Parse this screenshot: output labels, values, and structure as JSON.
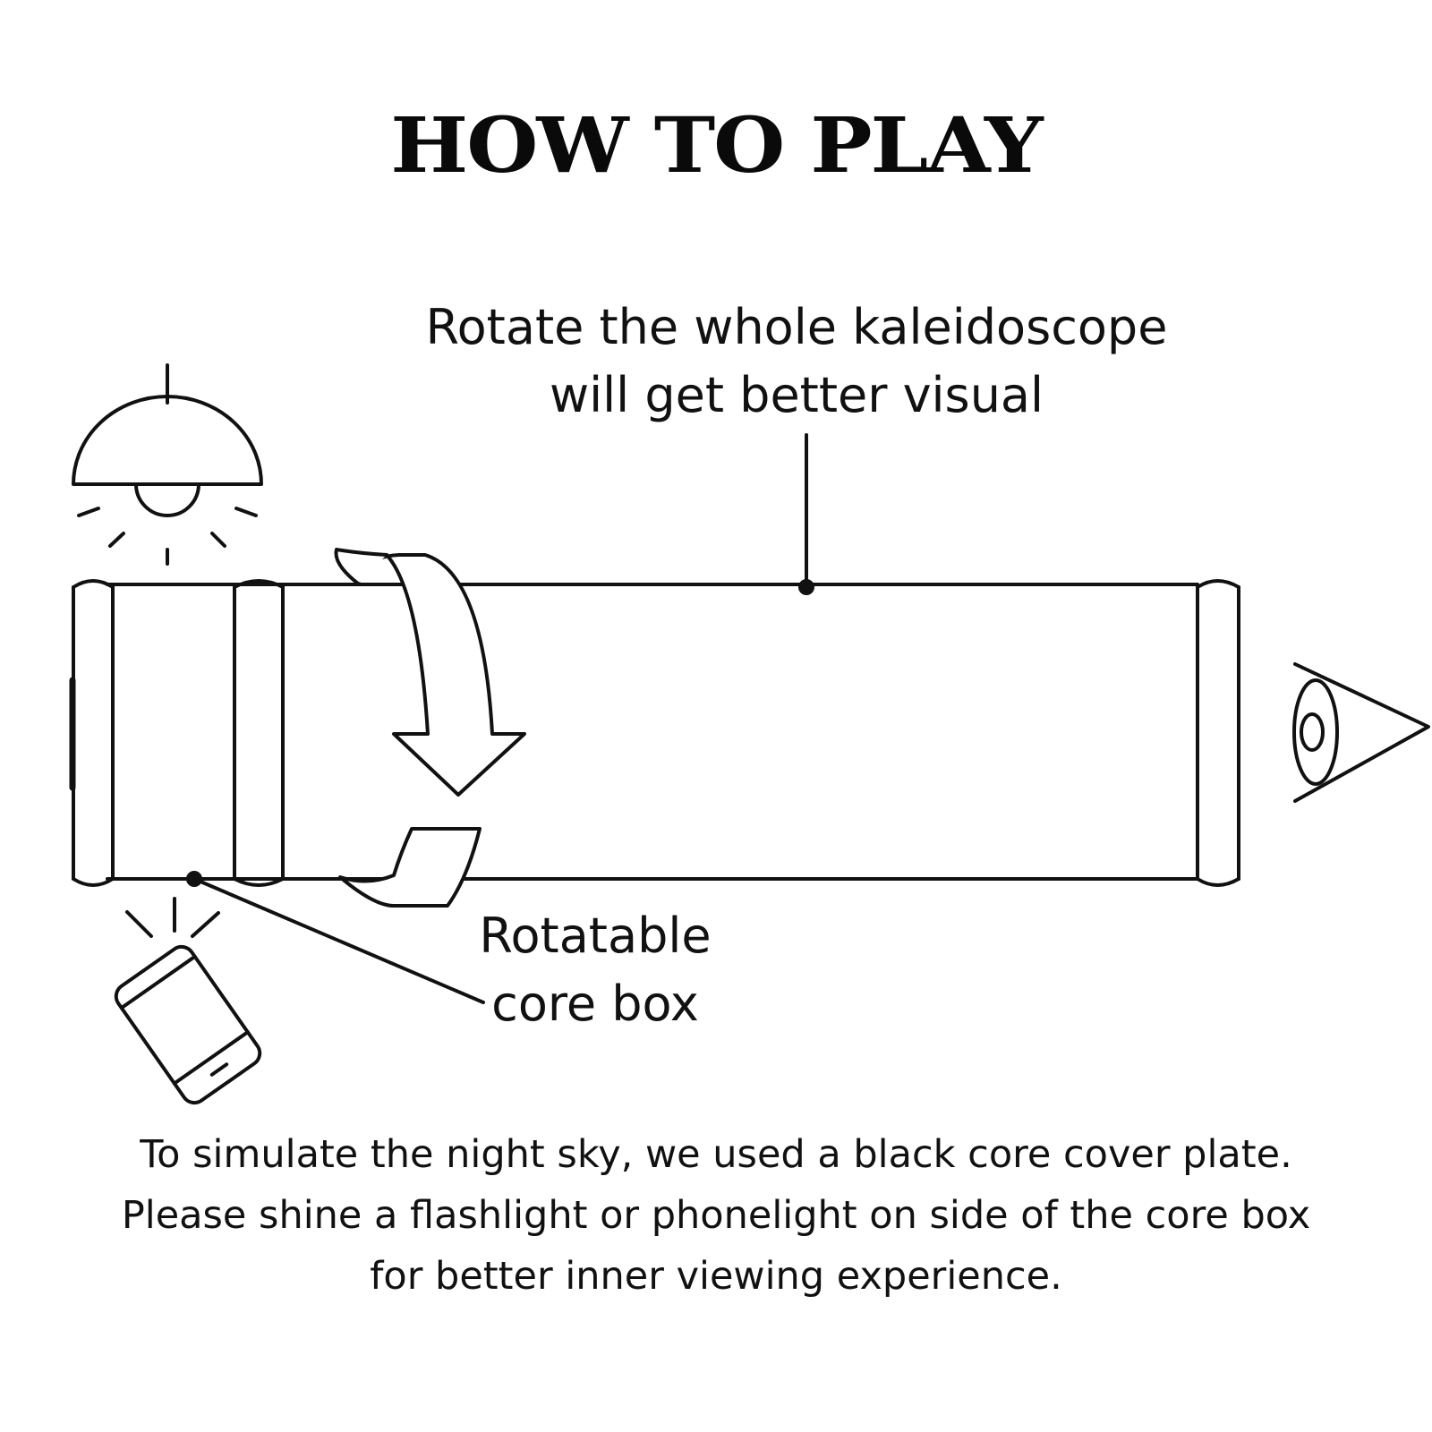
{
  "title": "HOW TO PLAY",
  "labels": {
    "rotate_line1": "Rotate the whole kaleidoscope",
    "rotate_line2": "will get better visual",
    "core_line1": "Rotatable",
    "core_line2": "core box"
  },
  "instructions": [
    "To simulate the night sky, we used a black core cover plate.",
    "Please shine a flashlight or phonelight on side of the core box",
    "for better inner viewing experience."
  ],
  "icons": [
    "ceiling-lamp-icon",
    "smartphone-icon",
    "eye-icon",
    "rotate-arrow-icon"
  ],
  "colors": {
    "ink": "#111111",
    "background": "#ffffff"
  }
}
